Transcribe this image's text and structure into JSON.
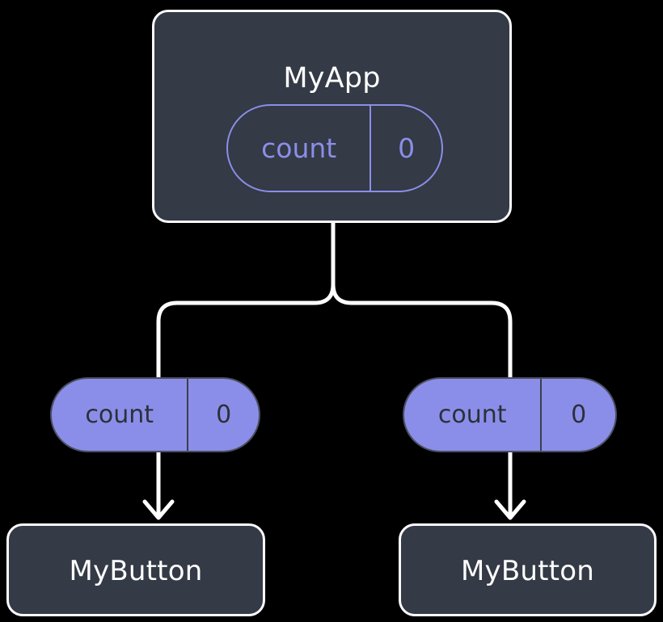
{
  "diagram": {
    "background_color": "#000000",
    "node_fill": "#343a46",
    "node_border": "#fbfbfd",
    "accent_color": "#8b8ee8",
    "link_color": "#ffffff",
    "pill_text_dark": "#2b303b"
  },
  "root": {
    "title": "MyApp",
    "state": {
      "key": "count",
      "value": "0"
    }
  },
  "children": [
    {
      "state": {
        "key": "count",
        "value": "0"
      },
      "title": "MyButton"
    },
    {
      "state": {
        "key": "count",
        "value": "0"
      },
      "title": "MyButton"
    }
  ]
}
